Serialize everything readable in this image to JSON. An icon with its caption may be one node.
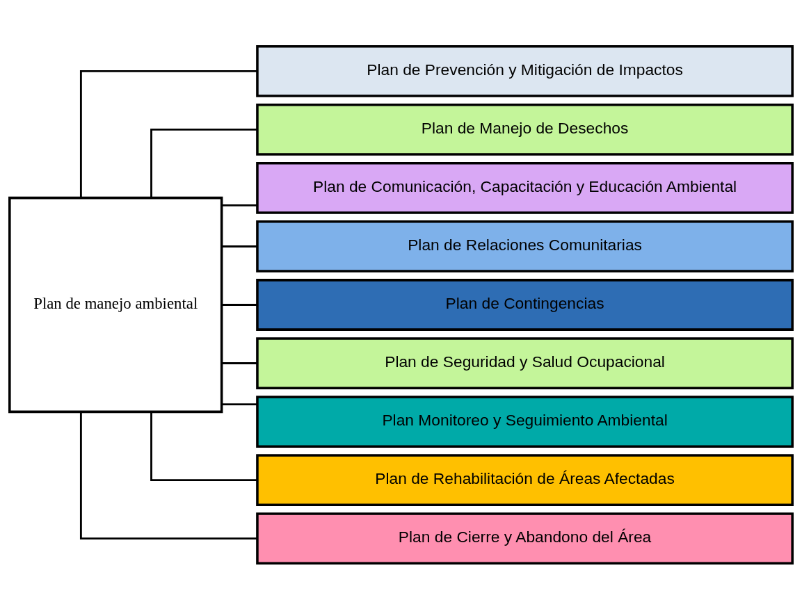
{
  "diagram": {
    "nodes": [
      {
        "text": [
          "Plan de manejo ambiental"
        ]
      },
      {
        "text": [
          "Plan de Prevención y Mitigación de Impactos"
        ]
      },
      {
        "text": [
          "Plan de Manejo de Desechos"
        ]
      },
      {
        "text": [
          "Plan de Comunicación, Capacitación y Educación Ambiental"
        ]
      },
      {
        "text": [
          "Plan de Relaciones Comunitarias"
        ]
      },
      {
        "text": [
          "Plan de Contingencias"
        ]
      },
      {
        "text": [
          "Plan de Seguridad y Salud Ocupacional"
        ]
      },
      {
        "text": [
          "Plan Monitoreo y Seguimiento Ambiental"
        ]
      },
      {
        "text": [
          "Plan de Rehabilitación de Áreas Afectadas"
        ]
      },
      {
        "text": [
          "Plan de Cierre y Abandono del Área"
        ]
      }
    ],
    "edges": [
      {
        "from": 0,
        "to": 1,
        "arrow": "none"
      },
      {
        "from": 0,
        "to": 2,
        "arrow": "none"
      },
      {
        "from": 0,
        "to": 3,
        "arrow": "none"
      },
      {
        "from": 0,
        "to": 4,
        "arrow": "none"
      },
      {
        "from": 0,
        "to": 5,
        "arrow": "none"
      },
      {
        "from": 0,
        "to": 6,
        "arrow": "none"
      },
      {
        "from": 0,
        "to": 7,
        "arrow": "none"
      },
      {
        "from": 0,
        "to": 8,
        "arrow": "none"
      },
      {
        "from": 0,
        "to": 9,
        "arrow": "none"
      }
    ]
  }
}
